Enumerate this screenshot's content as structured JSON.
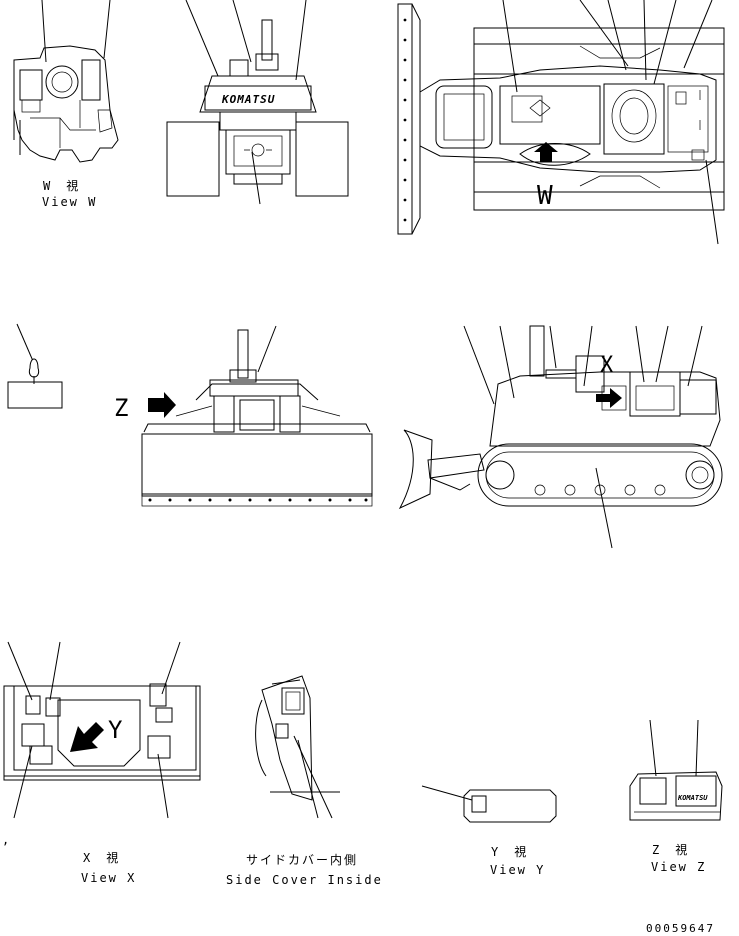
{
  "drawing": {
    "views": {
      "w": {
        "letter": "W",
        "jp": "視",
        "en": "View W"
      },
      "x": {
        "letter": "X",
        "jp": "視",
        "en": "View X"
      },
      "y": {
        "letter": "Y",
        "jp": "視",
        "en": "View Y"
      },
      "z": {
        "letter": "Z",
        "jp": "視",
        "en": "View Z"
      },
      "side_cover": {
        "jp": "サイドカバー内側",
        "en": "Side Cover Inside"
      }
    },
    "marks": {
      "w": "W",
      "x": "X",
      "y": "Y",
      "z": "Z",
      "brand": "KOMATSU",
      "comma": ","
    },
    "part_number": "00059647"
  }
}
